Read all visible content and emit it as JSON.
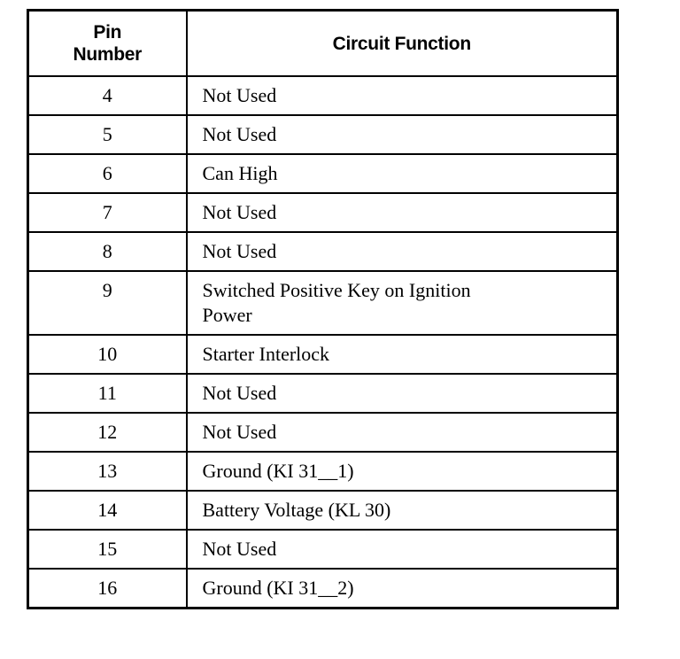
{
  "document": {
    "type": "table",
    "background_color": "#ffffff",
    "text_color": "#000000",
    "border_color": "#000000"
  },
  "table": {
    "name": "pin-assignment-table",
    "columns": [
      {
        "key": "pin_number",
        "label": "Pin\nNumber",
        "align": "center"
      },
      {
        "key": "circuit_function",
        "label": "Circuit Function",
        "align": "left"
      }
    ],
    "rows": [
      {
        "pin_number": "4",
        "circuit_function": "Not Used",
        "lines": 1
      },
      {
        "pin_number": "5",
        "circuit_function": "Not Used",
        "lines": 1
      },
      {
        "pin_number": "6",
        "circuit_function": "Can High",
        "lines": 1
      },
      {
        "pin_number": "7",
        "circuit_function": "Not Used",
        "lines": 1
      },
      {
        "pin_number": "8",
        "circuit_function": "Not Used",
        "lines": 1
      },
      {
        "pin_number": "9",
        "circuit_function": "Switched Positive Key on Ignition\nPower",
        "lines": 2
      },
      {
        "pin_number": "10",
        "circuit_function": "Starter Interlock",
        "lines": 1
      },
      {
        "pin_number": "11",
        "circuit_function": "Not Used",
        "lines": 1
      },
      {
        "pin_number": "12",
        "circuit_function": "Not Used",
        "lines": 1
      },
      {
        "pin_number": "13",
        "circuit_function": "Ground (KI 31__1)",
        "lines": 1
      },
      {
        "pin_number": "14",
        "circuit_function": "Battery Voltage (KL 30)",
        "lines": 1
      },
      {
        "pin_number": "15",
        "circuit_function": "Not Used",
        "lines": 1
      },
      {
        "pin_number": "16",
        "circuit_function": "Ground (KI 31__2)",
        "lines": 1
      }
    ]
  }
}
